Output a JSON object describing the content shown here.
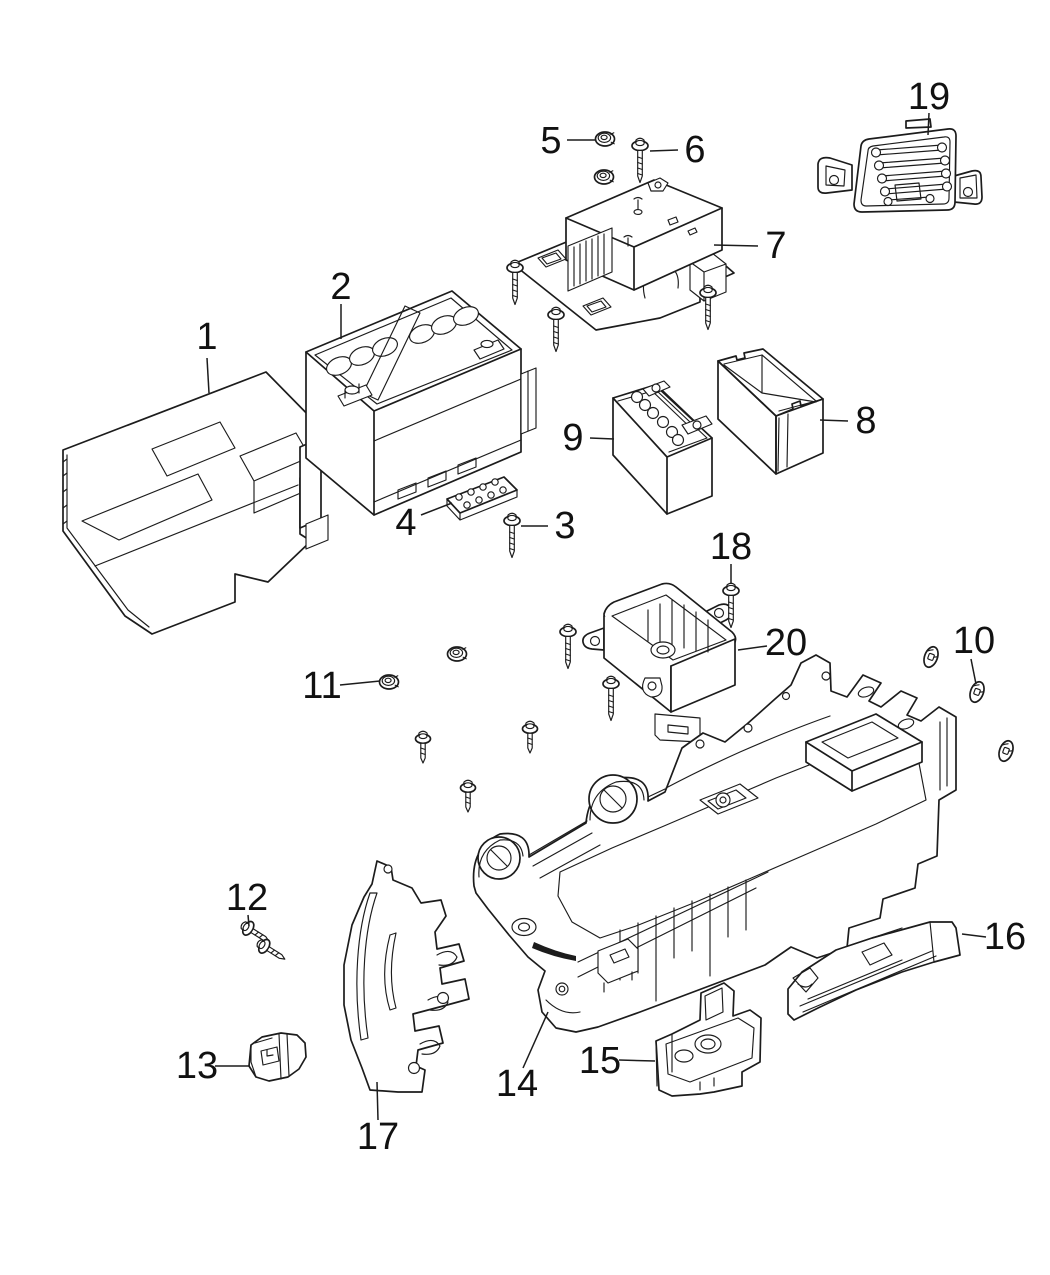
{
  "page": {
    "background_color": "#ffffff",
    "line_color": "#1c1c1c",
    "text_color": "#111111"
  },
  "diagram": {
    "type": "exploded-parts-diagram",
    "subject": "Battery, tray and support components",
    "callouts": [
      {
        "num": "1",
        "part": "battery-cover"
      },
      {
        "num": "2",
        "part": "battery"
      },
      {
        "num": "3",
        "part": "hex-bolt"
      },
      {
        "num": "4",
        "part": "battery-spacer-block"
      },
      {
        "num": "5",
        "part": "hex-nuts"
      },
      {
        "num": "6",
        "part": "screw"
      },
      {
        "num": "7",
        "part": "module-with-bracket"
      },
      {
        "num": "8",
        "part": "battery-box-cover"
      },
      {
        "num": "9",
        "part": "auxiliary-battery"
      },
      {
        "num": "10",
        "part": "washers"
      },
      {
        "num": "11",
        "part": "hex-nuts"
      },
      {
        "num": "12",
        "part": "screws"
      },
      {
        "num": "13",
        "part": "clamp-block"
      },
      {
        "num": "14",
        "part": "battery-tray"
      },
      {
        "num": "15",
        "part": "tray-end-support"
      },
      {
        "num": "16",
        "part": "tray-shield"
      },
      {
        "num": "17",
        "part": "support-bracket"
      },
      {
        "num": "18",
        "part": "screw"
      },
      {
        "num": "19",
        "part": "fuse-link-plate"
      },
      {
        "num": "20",
        "part": "auxiliary-battery-tray"
      }
    ]
  }
}
